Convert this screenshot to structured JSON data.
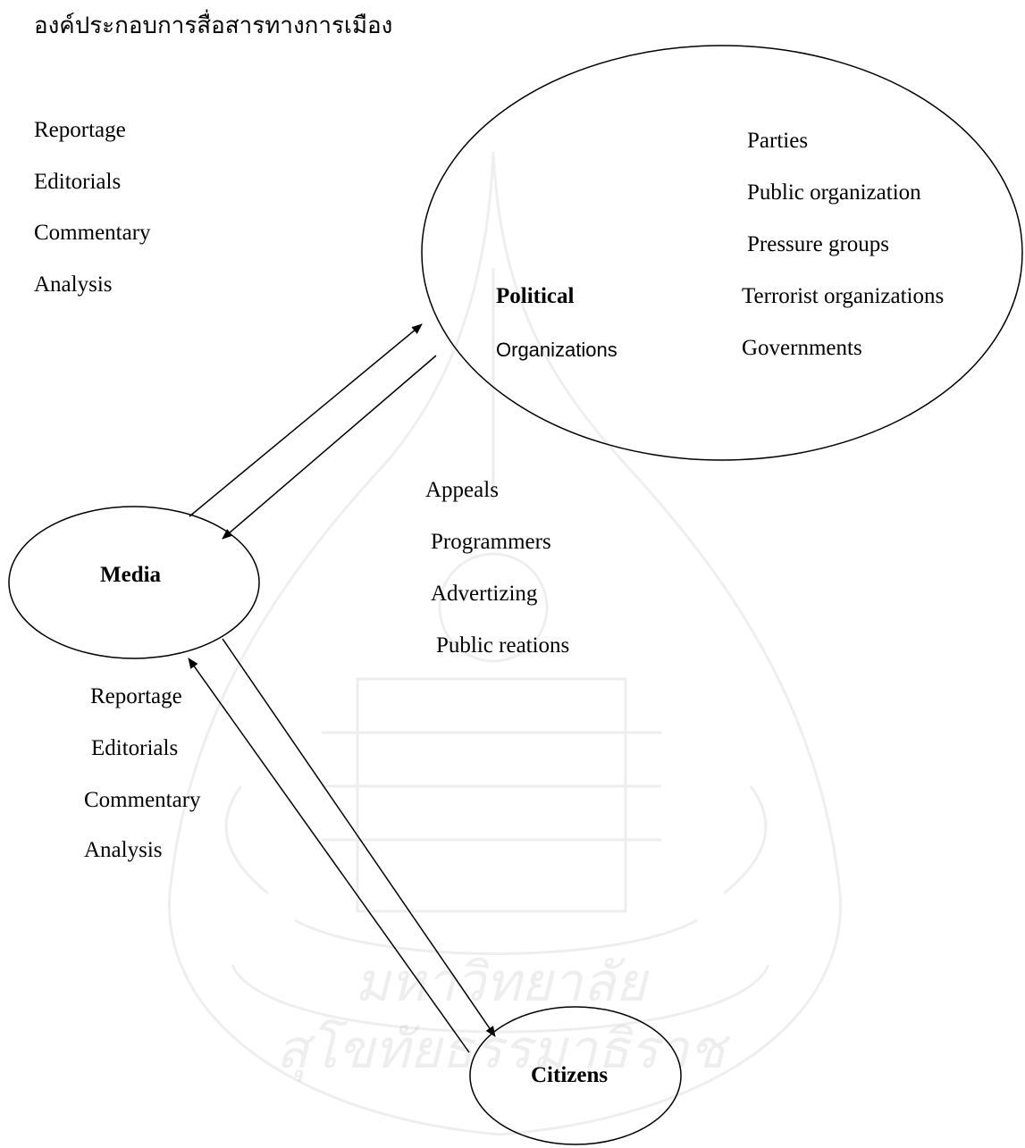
{
  "title": "องค์ประกอบการสื่อสารทางการเมือง",
  "top_left_list": [
    "Reportage",
    "Editorials",
    "Commentary",
    "Analysis"
  ],
  "political": {
    "label_line1": "Political",
    "label_line2": "Organizations",
    "members": [
      "Parties",
      "Public organization",
      "Pressure groups",
      "Terrorist organizations",
      "Governments"
    ]
  },
  "media": {
    "label": "Media"
  },
  "center_list": [
    "Appeals",
    "Programmers",
    "Advertizing",
    "Public reations"
  ],
  "lower_left_list": [
    "Reportage",
    "Editorials",
    "Commentary",
    "Analysis"
  ],
  "citizens": {
    "label": "Citizens"
  },
  "watermark": {
    "text_line1": "มหาวิทยาลัย",
    "text_line2": "สุโขทัยธรรมาธิราช"
  },
  "colors": {
    "ink": "#000000",
    "watermark": "#8a8a8a"
  }
}
